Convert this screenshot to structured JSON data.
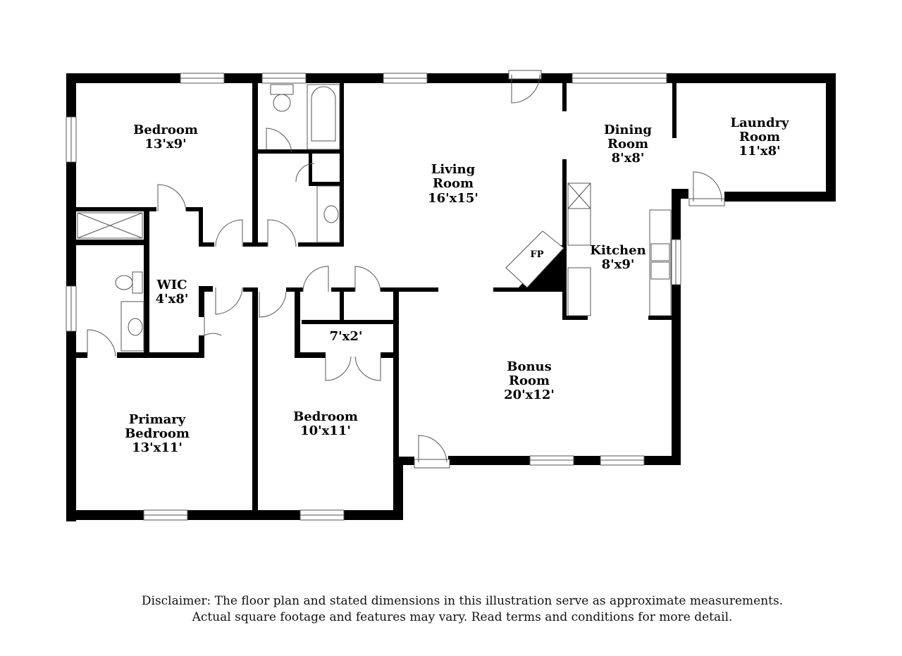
{
  "rooms": [
    {
      "id": "bedroom-1",
      "name": [
        "Bedroom"
      ],
      "dims": "13'x9'"
    },
    {
      "id": "wic",
      "name": [
        "WIC"
      ],
      "dims": "4'x8'"
    },
    {
      "id": "primary-bedroom",
      "name": [
        "Primary",
        "Bedroom"
      ],
      "dims": "13'x11'"
    },
    {
      "id": "bedroom-2",
      "name": [
        "Bedroom"
      ],
      "dims": "10'x11'"
    },
    {
      "id": "closet",
      "name": [],
      "dims": "7'x2'"
    },
    {
      "id": "living-room",
      "name": [
        "Living",
        "Room"
      ],
      "dims": "16'x15'"
    },
    {
      "id": "dining-room",
      "name": [
        "Dining",
        "Room"
      ],
      "dims": "8'x8'"
    },
    {
      "id": "laundry-room",
      "name": [
        "Laundry",
        "Room"
      ],
      "dims": "11'x8'"
    },
    {
      "id": "kitchen",
      "name": [
        "Kitchen"
      ],
      "dims": "8'x9'"
    },
    {
      "id": "bonus-room",
      "name": [
        "Bonus",
        "Room"
      ],
      "dims": "20'x12'"
    }
  ],
  "fireplace_label": "FP",
  "disclaimer": {
    "line1": "Disclaimer: The floor plan and stated dimensions in this illustration serve as approximate measurements.",
    "line2": "Actual square footage and features may vary. Read terms and conditions for more detail."
  }
}
